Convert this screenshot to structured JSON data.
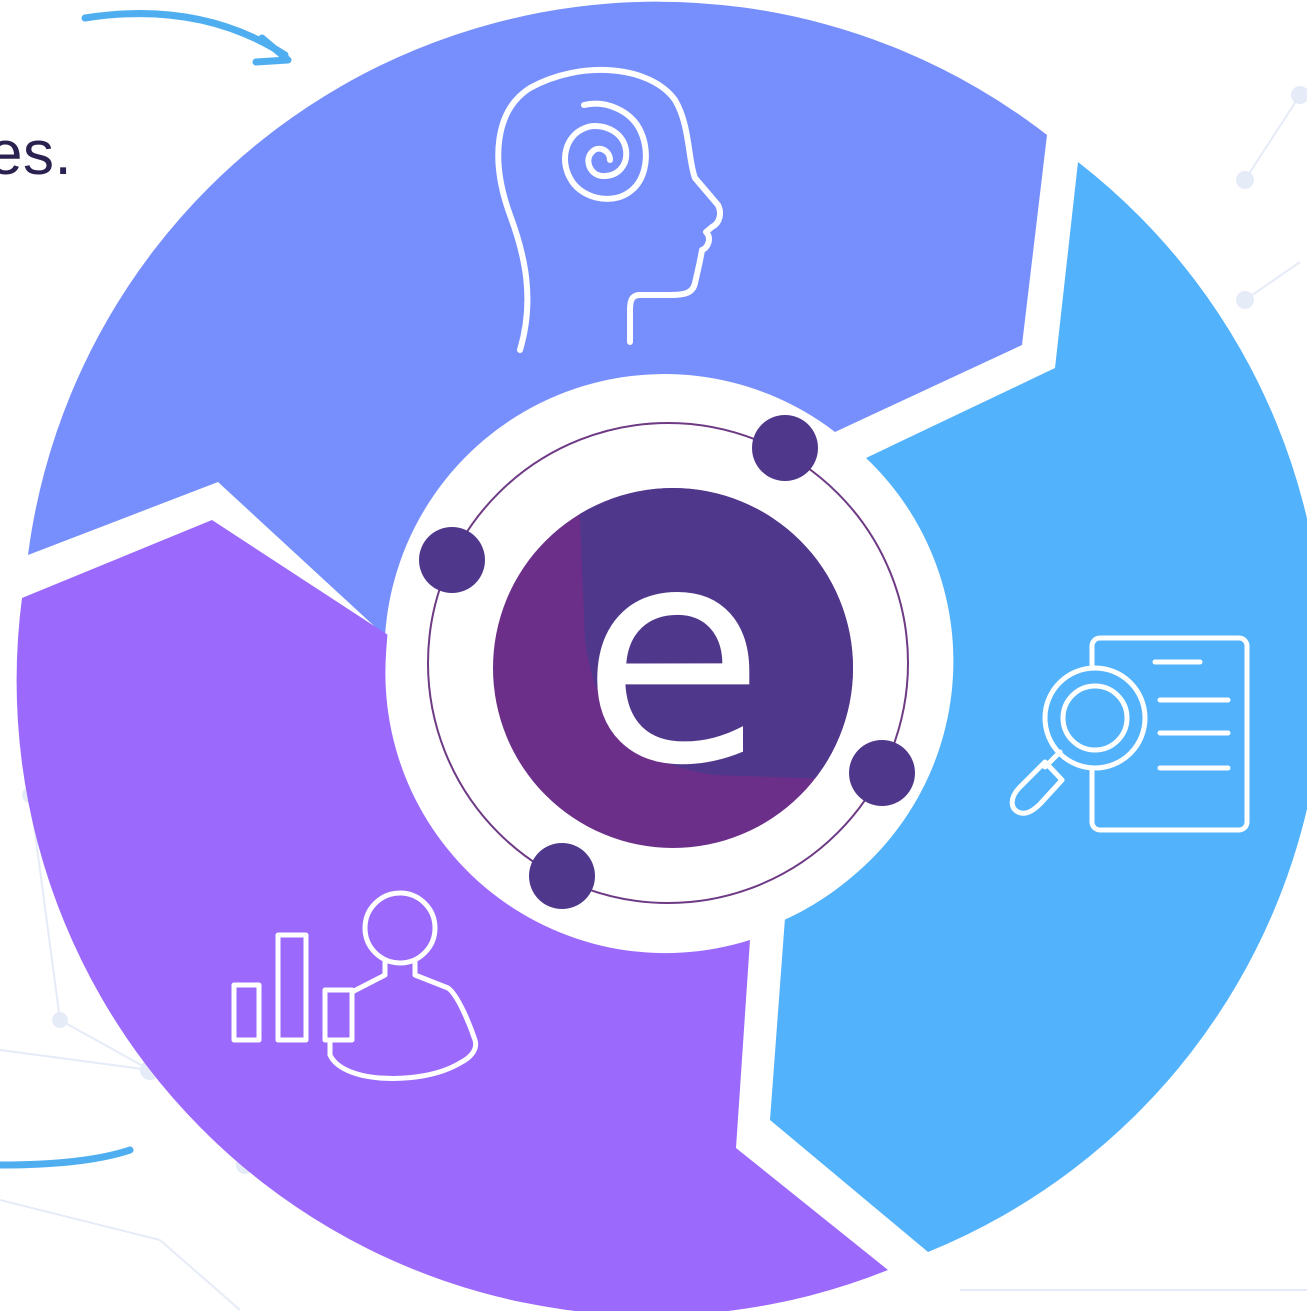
{
  "partial_text": "es.",
  "logo": {
    "letter": "e"
  },
  "segments": [
    {
      "id": "top",
      "color": "#778ffc",
      "icon": "head-spiral-icon"
    },
    {
      "id": "right",
      "color": "#52b2fc",
      "icon": "document-search-icon"
    },
    {
      "id": "bottom-left",
      "color": "#9b69fc",
      "icon": "user-chart-icon"
    }
  ],
  "colors": {
    "logo_dark": "#4f378b",
    "logo_mid": "#6b2f89",
    "ring_line": "#6e3a85",
    "arrow": "#4faef0",
    "background_network": "#dfe6f7"
  }
}
